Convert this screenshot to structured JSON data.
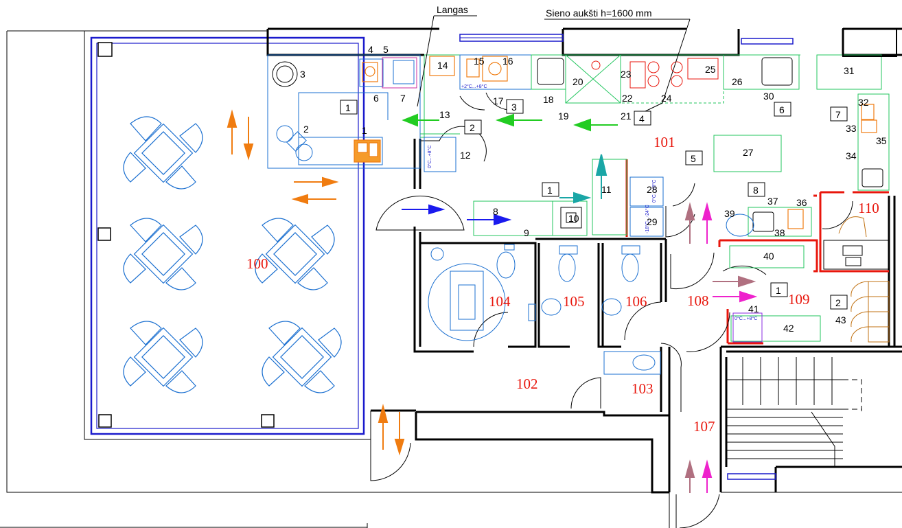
{
  "annotations": {
    "window_label": "Langas",
    "wall_height_label": "Sieno aukšti h=1600 mm"
  },
  "rooms": [
    {
      "id": "r100",
      "label": "100"
    },
    {
      "id": "r101",
      "label": "101"
    },
    {
      "id": "r102",
      "label": "102"
    },
    {
      "id": "r103",
      "label": "103"
    },
    {
      "id": "r104",
      "label": "104"
    },
    {
      "id": "r105",
      "label": "105"
    },
    {
      "id": "r106",
      "label": "106"
    },
    {
      "id": "r107",
      "label": "107"
    },
    {
      "id": "r108",
      "label": "108"
    },
    {
      "id": "r109",
      "label": "109"
    },
    {
      "id": "r110",
      "label": "110"
    }
  ],
  "zones": [
    "1",
    "2",
    "3",
    "4",
    "5",
    "6",
    "7",
    "8",
    "1",
    "1",
    "2"
  ],
  "equipment": [
    "1",
    "2",
    "3",
    "4",
    "5",
    "6",
    "7",
    "8",
    "9",
    "10",
    "11",
    "12",
    "13",
    "14",
    "15",
    "16",
    "17",
    "18",
    "19",
    "20",
    "21",
    "22",
    "23",
    "24",
    "25",
    "26",
    "27",
    "28",
    "29",
    "30",
    "31",
    "32",
    "33",
    "34",
    "35",
    "36",
    "37",
    "38",
    "39",
    "40",
    "41",
    "42",
    "43"
  ],
  "temperature_labels": {
    "cold_room": "0°C...+8°C",
    "fridge": "+2°C...+8°C",
    "freezer": "-18°C...-24°C"
  },
  "colors": {
    "wall": "#000000",
    "window": "#1a1acc",
    "furniture": "#1a6fd0",
    "equipment": "#22c55e",
    "appliance": "#f07c10",
    "room_label": "#e8160c",
    "arrow_green": "#22cc22",
    "arrow_orange": "#f07c10",
    "arrow_blue": "#1a1aee",
    "arrow_teal": "#1aa6a6",
    "arrow_mauve": "#b07080",
    "arrow_magenta": "#ee22cc"
  }
}
